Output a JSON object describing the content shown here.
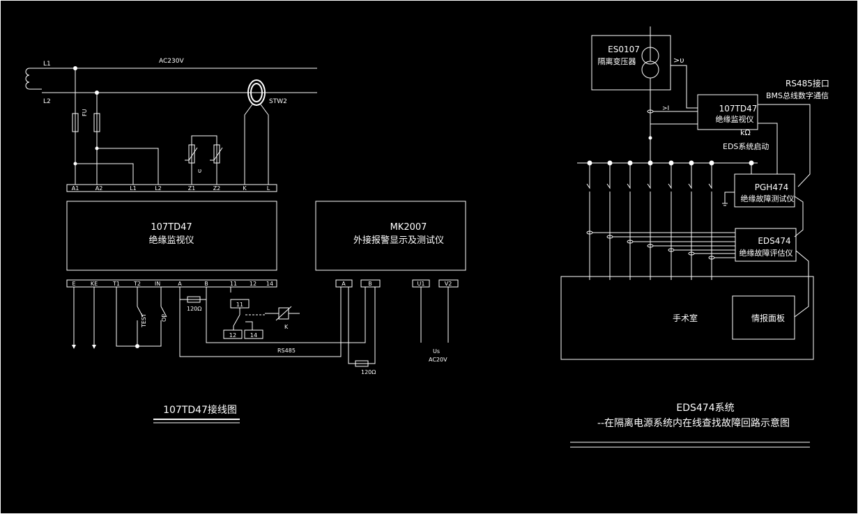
{
  "left": {
    "line_labels": {
      "l1": "L1",
      "l2": "L2",
      "voltage": "AC230V",
      "ct": "STW2",
      "fuse": "FU",
      "varistor": "υ"
    },
    "top_terminals": [
      "A1",
      "A2",
      "L1",
      "L2",
      "Z1",
      "Z2",
      "K",
      "L"
    ],
    "device1": {
      "model": "107TD47",
      "name": "绝缘监视仪"
    },
    "device2": {
      "model": "MK2007",
      "name": "外接报警显示及测试仪"
    },
    "bottom_terminals": [
      "E",
      "KE",
      "T1",
      "T2",
      "IN",
      "A",
      "B",
      "11",
      "12",
      "14"
    ],
    "ab_terminals": [
      "A",
      "B"
    ],
    "u_terminals": [
      "U1",
      "V2"
    ],
    "test_labels": [
      "TEST",
      "OP"
    ],
    "relay": {
      "c11": "11",
      "c12": "12",
      "c14": "14",
      "coil": "K"
    },
    "resistor1": "120Ω",
    "resistor2": "120Ω",
    "bus": "RS485",
    "supply": {
      "us": "Us",
      "ac": "AC20V"
    },
    "caption": "107TD47接线图"
  },
  "right": {
    "transformer": {
      "model": "ES0107",
      "name": "隔离变压器",
      "sym": ">υ"
    },
    "monitor": {
      "model": "107TD47",
      "name": "绝缘监视仪",
      "unit": "kΩ"
    },
    "i_sym": ">I",
    "rs485": "RS485接口",
    "bms": "BMS总线数字通信",
    "eds_start": "EDS系统启动",
    "pgh": {
      "model": "PGH474",
      "name": "绝缘故障测试仪"
    },
    "eds": {
      "model": "EDS474",
      "name": "绝缘故障评估仪"
    },
    "room": "手术室",
    "panel": "情报面板",
    "caption1": "EDS474系统",
    "caption2": "--在隔离电源系统内在线查找故障回路示意图"
  }
}
